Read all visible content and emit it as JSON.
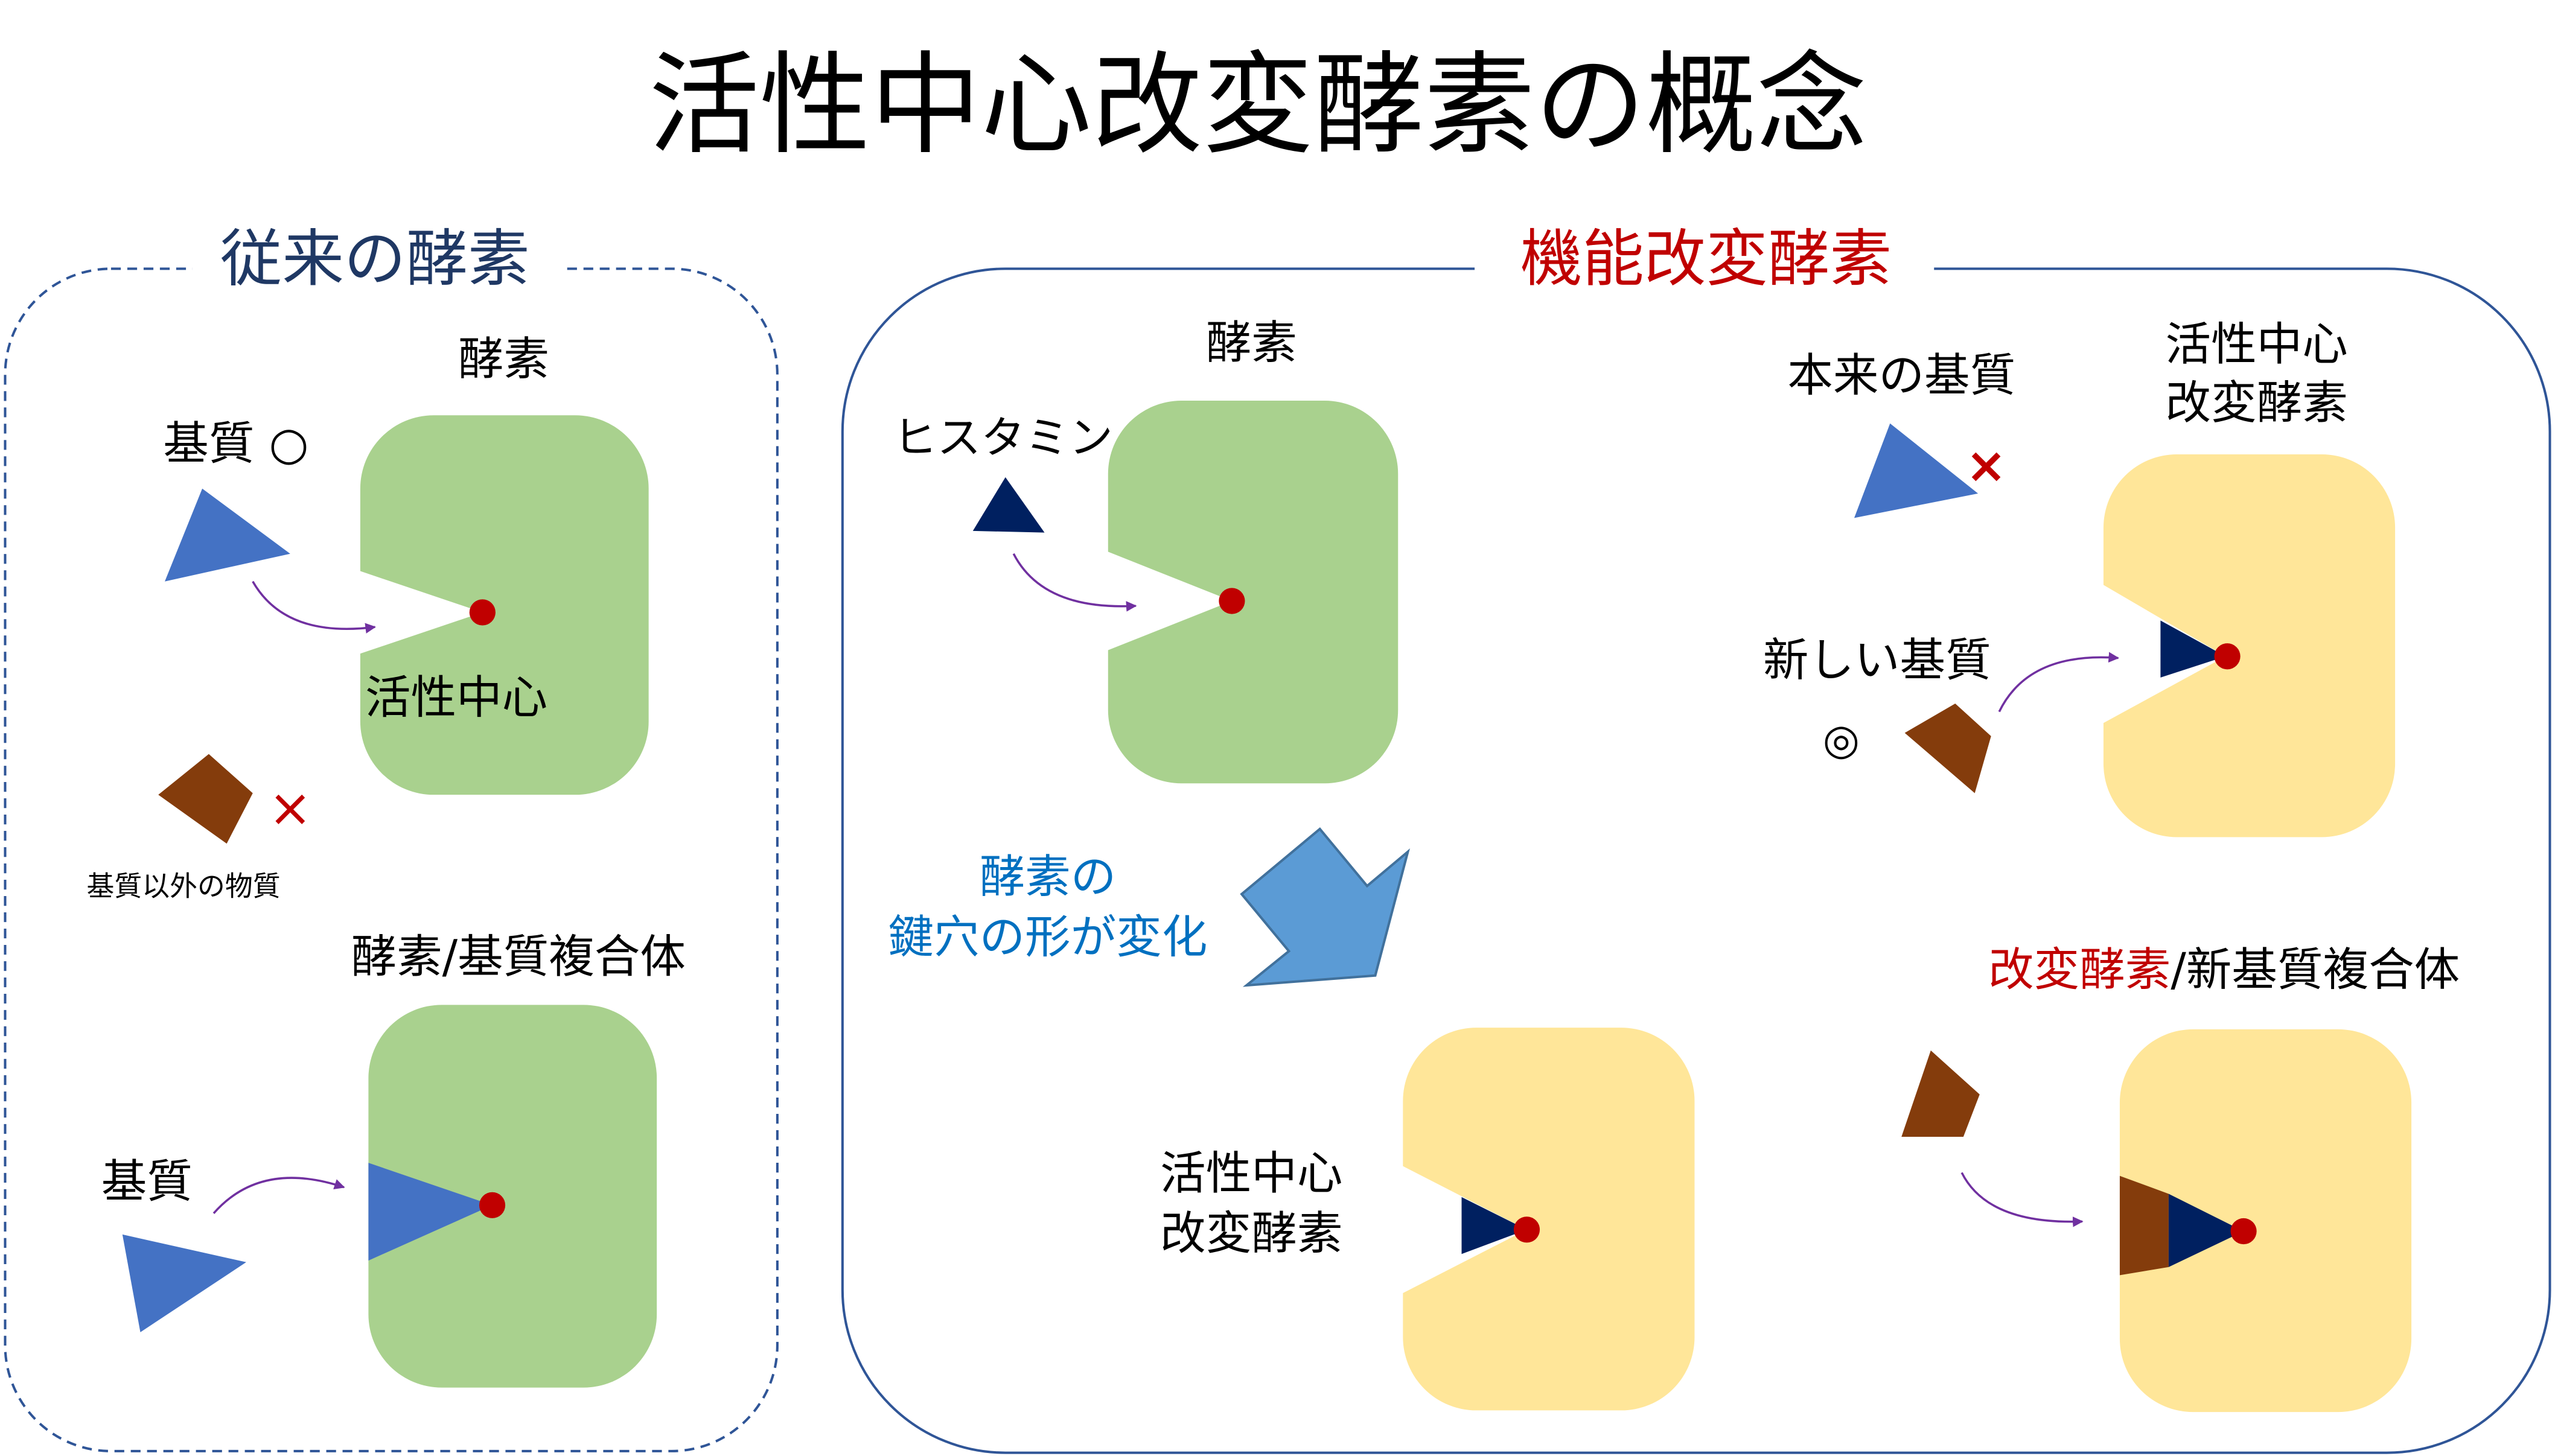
{
  "title": "活性中心改変酵素の概念",
  "left_panel": {
    "heading": "従来の酵素",
    "enzyme_label": "酵素",
    "substrate_label": "基質 ○",
    "active_site_label": "活性中心",
    "non_substrate_label": "基質以外の物質",
    "non_substrate_mark": "×",
    "complex_label": "酵素/基質複合体",
    "complex_substrate_label": "基質"
  },
  "right_panel": {
    "heading": "機能改変酵素",
    "enzyme_label": "酵素",
    "histamine_label": "ヒスタミン",
    "change_line1": "酵素の",
    "change_line2": "鍵穴の形が変化",
    "modified_label_line1": "活性中心",
    "modified_label_line2": "改変酵素",
    "original_substrate_label": "本来の基質",
    "original_substrate_mark": "×",
    "top_modified_line1": "活性中心",
    "top_modified_line2": "改変酵素",
    "new_substrate_label": "新しい基質",
    "new_substrate_mark": "◎",
    "complex_label_red": "改変酵素",
    "complex_label_black": "/新基質複合体"
  },
  "colors": {
    "enzyme_green": "#A9D18E",
    "enzyme_yellow": "#FFE699",
    "substrate_blue": "#4472C4",
    "histamine_navy": "#002060",
    "other_brown": "#843C0C",
    "active_site_red": "#C00000",
    "arrow_purple": "#7030A0",
    "big_arrow_blue": "#5B9BD5",
    "frame_blue": "#2F5597",
    "left_heading": "#1F3864",
    "right_heading": "#C00000",
    "change_text": "#0070C0"
  }
}
